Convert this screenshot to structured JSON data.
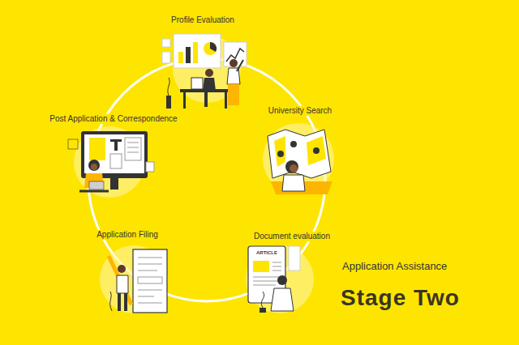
{
  "diagram": {
    "labels": [
      "Profile Evaluation",
      "University Search",
      "Document evaluation",
      "Application Filing",
      "Post Application & Correspondence",
      "Application Assistance",
      "Stage Two",
      "ARTICLE"
    ]
  }
}
